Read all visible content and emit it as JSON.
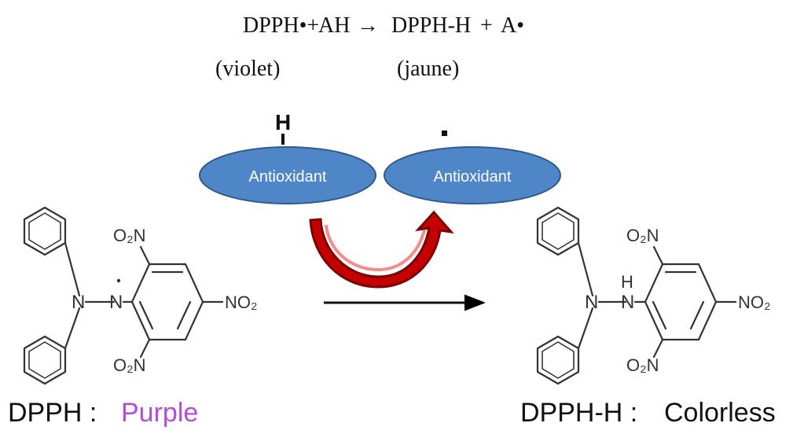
{
  "equation": {
    "reactant_radical": "DPPH•+",
    "antioxidant": "AH",
    "arrow": "→",
    "product": "DPPH-H",
    "plus": "+",
    "radical_product": "A•"
  },
  "color_labels": {
    "left": "(violet)",
    "right": "(jaune)"
  },
  "antioxidant_cards": {
    "before_label": "Antioxidant",
    "after_label": "Antioxidant",
    "hydrogen_label": "H"
  },
  "molecules": {
    "left": {
      "group_top": "O₂N",
      "group_bottom": "O₂N",
      "group_right": "NO₂",
      "atom_n1": "N",
      "atom_n2": "N"
    },
    "right": {
      "group_top": "O₂N",
      "group_bottom": "O₂N",
      "group_right": "NO₂",
      "atom_n1": "N",
      "atom_n2": "N",
      "atom_h": "H"
    }
  },
  "captions": {
    "left_prefix": "DPPH : ",
    "left_state": "Purple",
    "right_prefix": "DPPH-H : ",
    "right_state": "Colorless"
  },
  "colors": {
    "antioxidant_fill": "#4f86c7",
    "antioxidant_stroke": "#2f5b8f",
    "transfer_arrow": "#c40000",
    "purple": "#b44bd9"
  }
}
